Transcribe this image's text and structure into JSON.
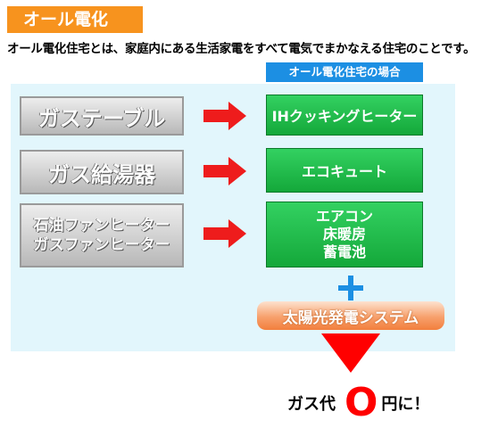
{
  "title": "オール電化",
  "intro": "オール電化住宅とは、家庭内にある生活家電をすべて電気でまかなえる住宅のことです。",
  "column_header": "オール電化住宅の場合",
  "rows": [
    {
      "from": [
        "ガステーブル"
      ],
      "to": [
        "IHクッキングヒーター"
      ]
    },
    {
      "from": [
        "ガス給湯器"
      ],
      "to": [
        "エコキュート"
      ]
    },
    {
      "from": [
        "石油ファンヒーター",
        "ガスファンヒーター"
      ],
      "to": [
        "エアコン",
        "床暖房",
        "蓄電池"
      ]
    }
  ],
  "solar": "太陽光発電システム",
  "result": {
    "prefix": "ガス代",
    "zero": "O",
    "suffix": "円に！"
  },
  "colors": {
    "accent_orange": "#f7931e",
    "header_blue": "#1c8fe3",
    "green": "#14a83a",
    "red": "#ff0000",
    "panel": "#e2f6fc"
  }
}
